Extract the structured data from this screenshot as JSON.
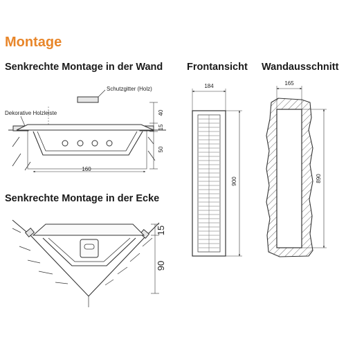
{
  "page": {
    "title": "Montage",
    "accent_color": "#e8862a"
  },
  "wall_mount": {
    "heading": "Senkrechte Montage in der Wand",
    "label_grille": "Schutzgitter (Holz)",
    "label_trim": "Dekorative Holzleiste",
    "dim_top": "40",
    "dim_mid": "15",
    "dim_depth": "50",
    "dim_width": "160"
  },
  "front_view": {
    "heading": "Frontansicht",
    "dim_width": "184",
    "dim_height": "900"
  },
  "wall_cutout": {
    "heading": "Wandausschnitt",
    "dim_width": "165",
    "dim_height": "890"
  },
  "corner_mount": {
    "heading": "Senkrechte Montage in der Ecke",
    "dim_top": "15",
    "dim_depth": "90"
  }
}
